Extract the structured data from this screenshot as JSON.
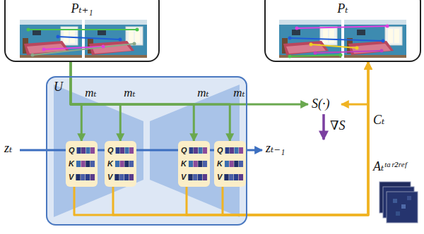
{
  "diagram": {
    "nodes": [
      {
        "text": [
          "Pₜ₊₁"
        ]
      },
      {
        "text": [
          "Pₜ"
        ]
      },
      {
        "text": [
          "U"
        ]
      },
      {
        "text": [
          "Q",
          "K",
          "V"
        ],
        "in": 2
      },
      {
        "text": [
          "Q",
          "K",
          "V"
        ],
        "in": 2
      },
      {
        "text": [
          "Q",
          "K",
          "V"
        ],
        "in": 2
      },
      {
        "text": [
          "Q",
          "K",
          "V"
        ],
        "in": 2
      }
    ],
    "edges": [
      {
        "from": 0,
        "to": 3,
        "arrow": "to",
        "label": "mₜ"
      },
      {
        "from": 0,
        "to": 4,
        "arrow": "to",
        "label": "mₜ"
      },
      {
        "from": 0,
        "to": 5,
        "arrow": "to",
        "label": "mₜ"
      },
      {
        "from": 0,
        "to": 6,
        "arrow": "to",
        "label": "mₜ"
      },
      {
        "from": 3,
        "to": 1,
        "arrow": "to"
      },
      {
        "from": 4,
        "to": 1,
        "arrow": "to"
      },
      {
        "from": 5,
        "to": 1,
        "arrow": "to"
      },
      {
        "from": 6,
        "to": 1,
        "arrow": "to"
      }
    ],
    "labels": [
      "zₜ",
      "zₜ₋₁",
      "S(·)",
      "∇S",
      "Cₜ",
      "Aₜᵗᵃʳ²ʳᵉᶠ"
    ]
  }
}
